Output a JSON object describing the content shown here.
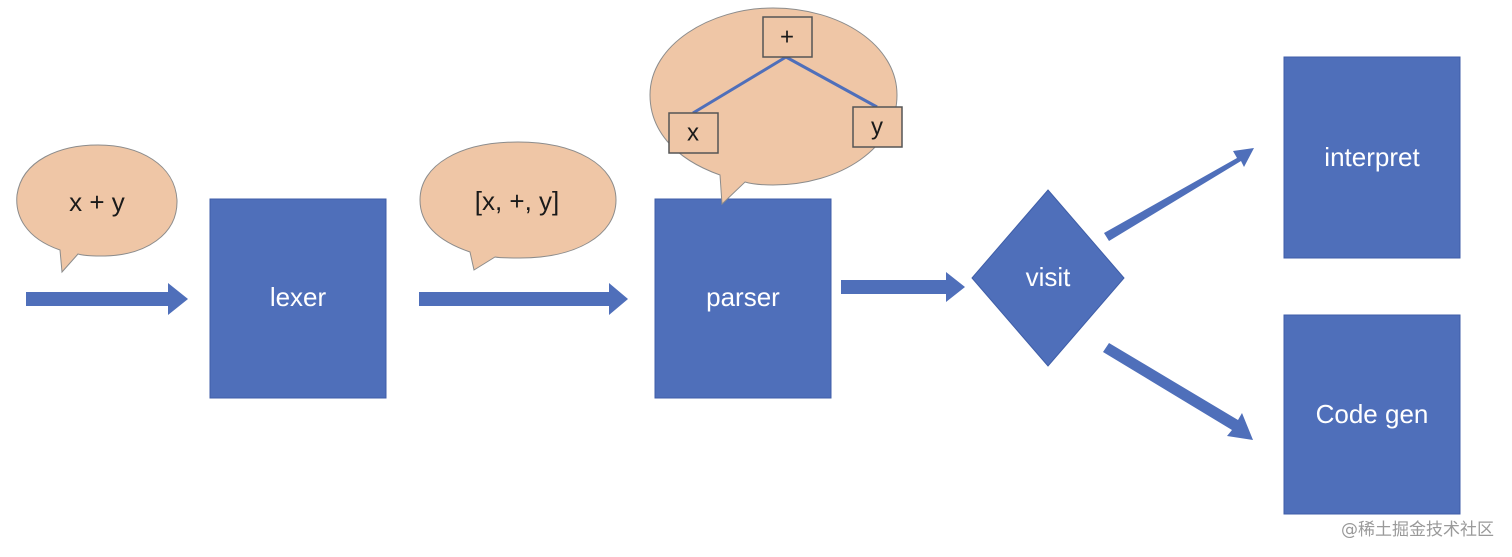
{
  "colors": {
    "box_fill": "#4f6fba",
    "arrow_fill": "#4f6fba",
    "bubble_fill": "#efc6a6",
    "bubble_stroke": "#8c8c8c",
    "tree_line": "#4f6fba",
    "tree_node_fill": "#efc6a6",
    "tree_node_stroke": "#555555"
  },
  "bubbles": {
    "source": "x + y",
    "tokens": "[x, +, y]"
  },
  "stages": {
    "lexer": "lexer",
    "parser": "parser",
    "visit": "visit",
    "interpret": "interpret",
    "codegen": "Code gen"
  },
  "ast": {
    "root": "+",
    "left": "x",
    "right": "y"
  },
  "watermark": "@稀土掘金技术社区"
}
